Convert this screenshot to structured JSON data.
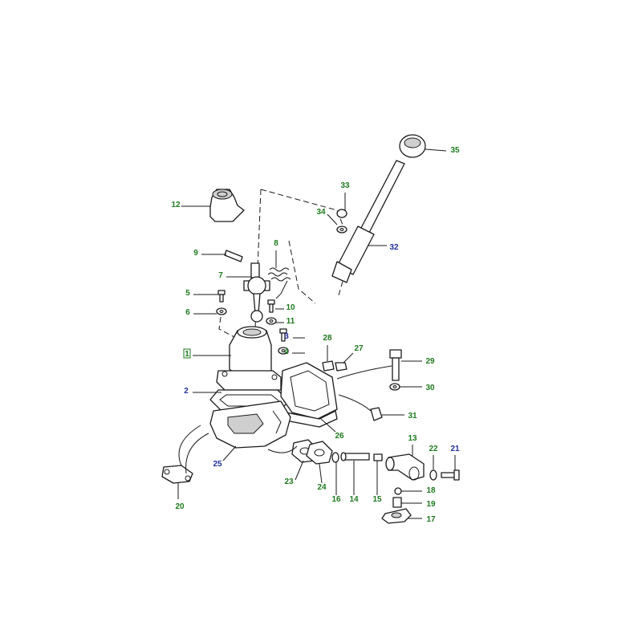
{
  "colors": {
    "label_green": "#1d7a1d",
    "label_blue": "#1f2f9f",
    "line": "#1a1a1a"
  },
  "callouts": [
    {
      "id": "1",
      "text": "1",
      "color": "green",
      "boxed": true
    },
    {
      "id": "2",
      "text": "2",
      "color": "blue"
    },
    {
      "id": "3",
      "text": "3",
      "color": "blue"
    },
    {
      "id": "4",
      "text": "4",
      "color": "green"
    },
    {
      "id": "5",
      "text": "5",
      "color": "green"
    },
    {
      "id": "6",
      "text": "6",
      "color": "green"
    },
    {
      "id": "7",
      "text": "7",
      "color": "green"
    },
    {
      "id": "8",
      "text": "8",
      "color": "green"
    },
    {
      "id": "9",
      "text": "9",
      "color": "green"
    },
    {
      "id": "10",
      "text": "10",
      "color": "green"
    },
    {
      "id": "11",
      "text": "11",
      "color": "green"
    },
    {
      "id": "12",
      "text": "12",
      "color": "green"
    },
    {
      "id": "13",
      "text": "13",
      "color": "green"
    },
    {
      "id": "14",
      "text": "14",
      "color": "green"
    },
    {
      "id": "15",
      "text": "15",
      "color": "green"
    },
    {
      "id": "16",
      "text": "16",
      "color": "green"
    },
    {
      "id": "17",
      "text": "17",
      "color": "green"
    },
    {
      "id": "18",
      "text": "18",
      "color": "green"
    },
    {
      "id": "19",
      "text": "19",
      "color": "green"
    },
    {
      "id": "20",
      "text": "20",
      "color": "green"
    },
    {
      "id": "21",
      "text": "21",
      "color": "blue"
    },
    {
      "id": "22",
      "text": "22",
      "color": "green"
    },
    {
      "id": "23",
      "text": "23",
      "color": "green"
    },
    {
      "id": "24",
      "text": "24",
      "color": "green"
    },
    {
      "id": "25",
      "text": "25",
      "color": "blue"
    },
    {
      "id": "26",
      "text": "26",
      "color": "green"
    },
    {
      "id": "27",
      "text": "27",
      "color": "green"
    },
    {
      "id": "28",
      "text": "28",
      "color": "green"
    },
    {
      "id": "29",
      "text": "29",
      "color": "green"
    },
    {
      "id": "30",
      "text": "30",
      "color": "green"
    },
    {
      "id": "31",
      "text": "31",
      "color": "green"
    },
    {
      "id": "32",
      "text": "32",
      "color": "blue"
    },
    {
      "id": "33",
      "text": "33",
      "color": "green"
    },
    {
      "id": "34",
      "text": "34",
      "color": "green"
    },
    {
      "id": "35",
      "text": "35",
      "color": "green"
    }
  ]
}
